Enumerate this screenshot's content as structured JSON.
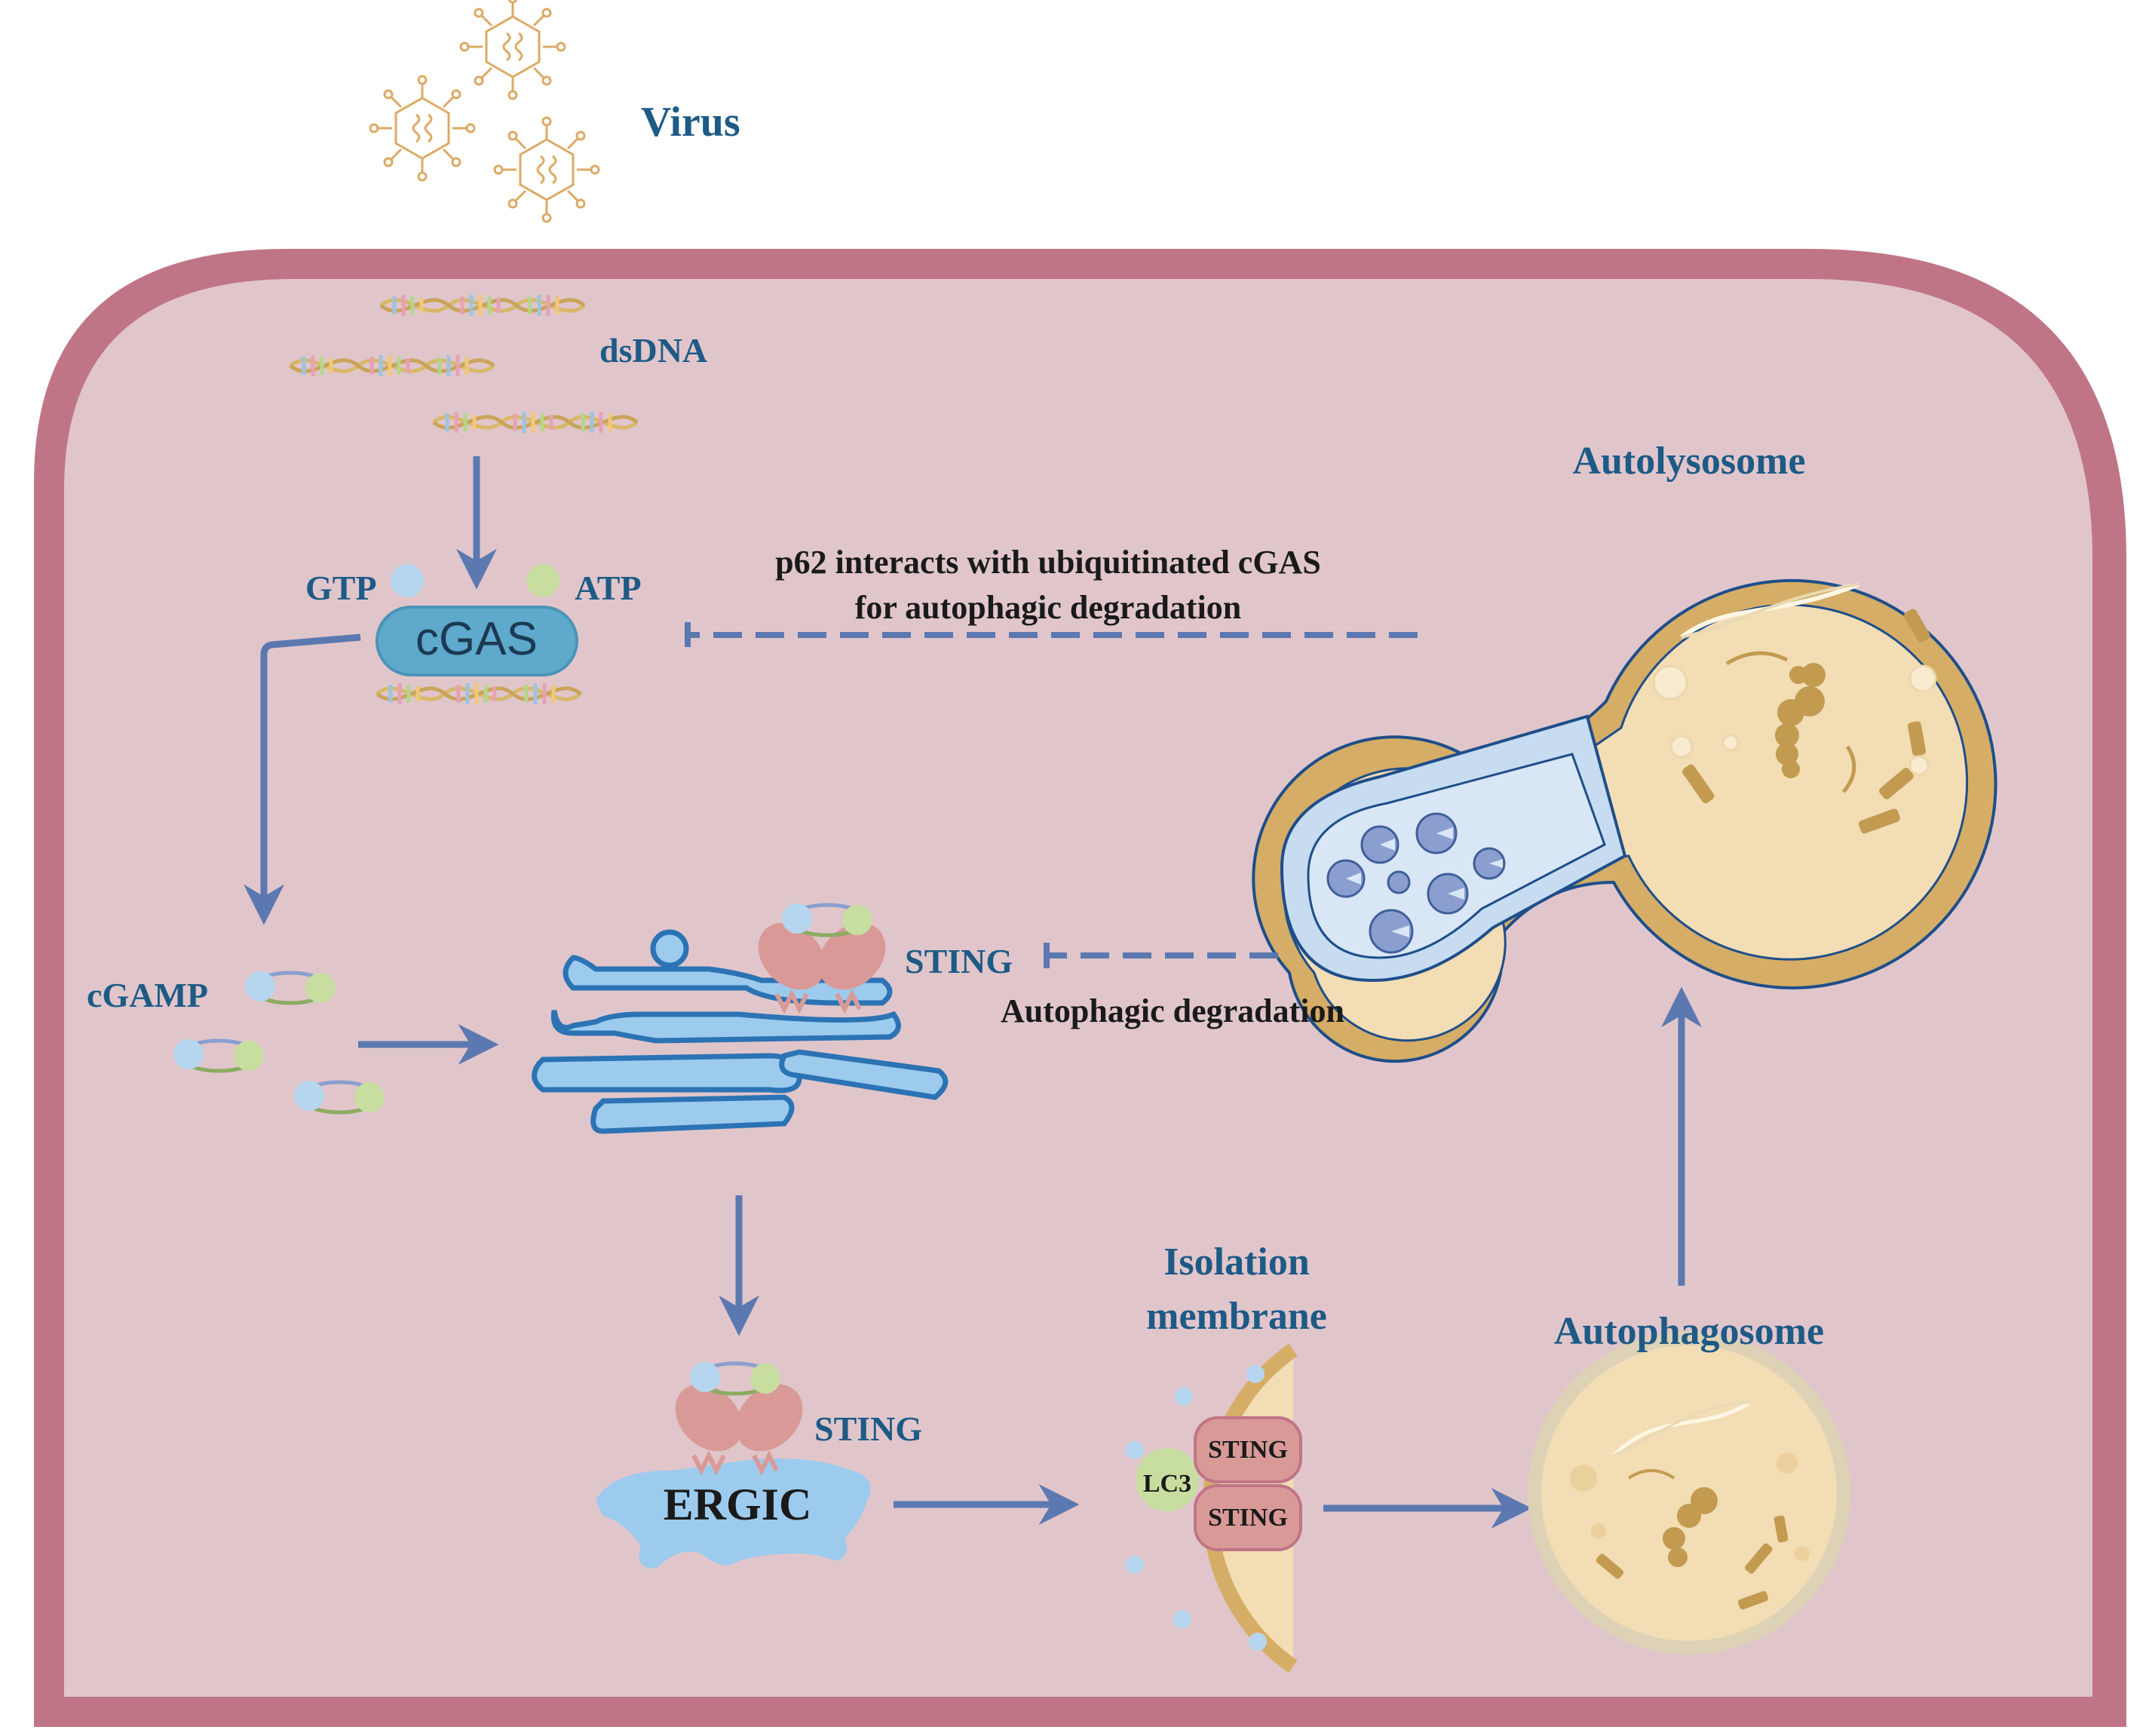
{
  "labels": {
    "virus": "Virus",
    "dsdna": "dsDNA",
    "gtp": "GTP",
    "atp": "ATP",
    "cgas": "cGAS",
    "cgamp": "cGAMP",
    "sting_er": "STING",
    "sting_ergic": "STING",
    "ergic": "ERGIC",
    "isolation_membrane_line1": "Isolation",
    "isolation_membrane_line2": "membrane",
    "lc3": "LC3",
    "sting_im_1": "STING",
    "sting_im_2": "STING",
    "autophagosome": "Autophagosome",
    "autolysosome": "Autolysosome",
    "p62_line1": "p62 interacts with ubiquitinated cGAS",
    "p62_line2": "for autophagic degradation",
    "autophagic_degradation": "Autophagic degradation"
  },
  "colors": {
    "cell_membrane": "#c07586",
    "cytoplasm": "#e0c6cb",
    "arrow": "#5c78b0",
    "label": "#1e5a86",
    "er": "#9ccbee",
    "er_outline": "#2c73b4",
    "sting_protein": "#d99a97",
    "vesicle_wall": "#d5ad66",
    "vesicle_lumen": "#f2ddb4",
    "lysosome_lumen": "#c7dcf1",
    "cgas_body": "#5ea9cc",
    "gtp_ball": "#b6d6ef",
    "atp_ball": "#c8dea1",
    "virus": "#dcaa66"
  }
}
